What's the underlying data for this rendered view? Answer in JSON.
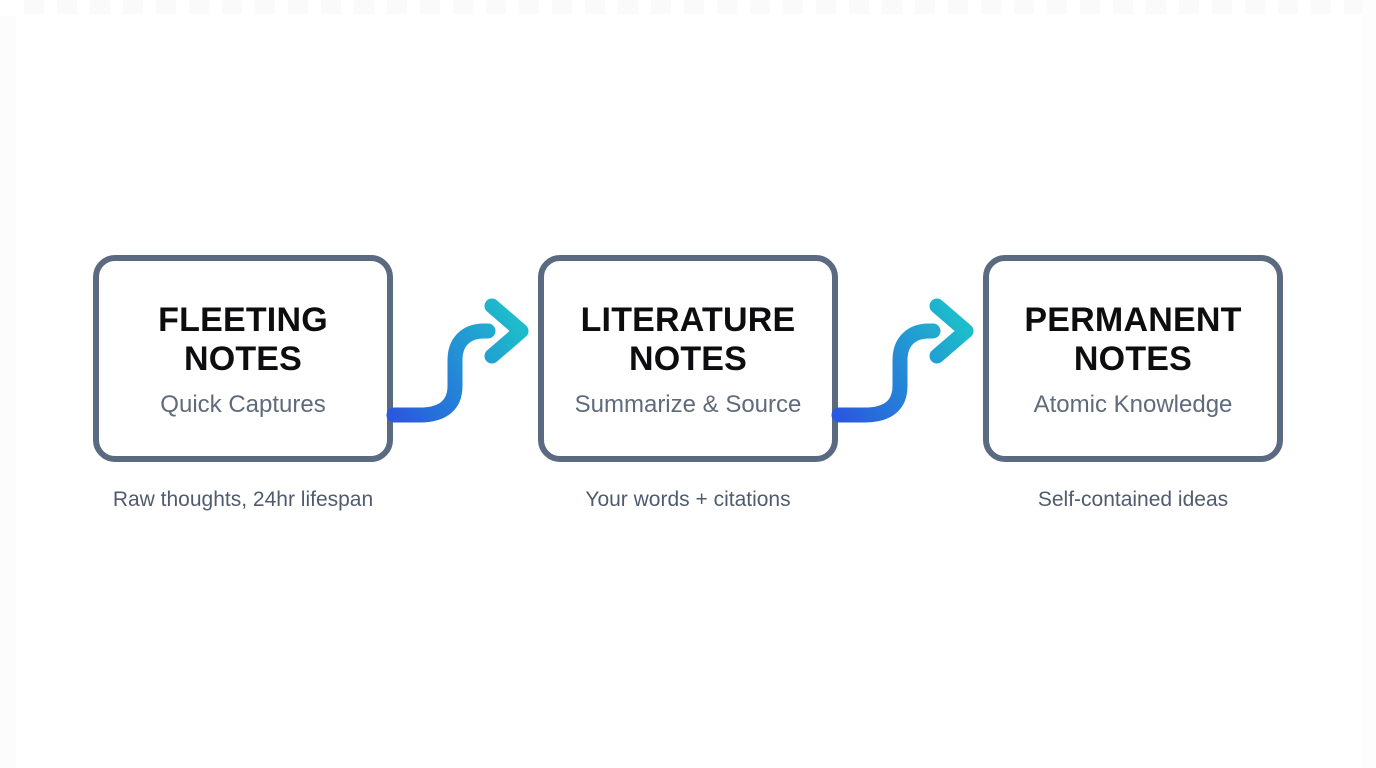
{
  "diagram": {
    "colors": {
      "background": "#ffffff",
      "box_border": "#5a6a80",
      "title_text": "#0d0d0f",
      "subtitle_text": "#5f6b7b",
      "caption_text": "#505c6e",
      "arrow_gradient_start": "#2b58e0",
      "arrow_gradient_end": "#1dbccb"
    },
    "stages": [
      {
        "title_lines": [
          "FLEETING",
          "NOTES"
        ],
        "subtitle": "Quick Captures",
        "caption": "Raw thoughts, 24hr lifespan"
      },
      {
        "title_lines": [
          "LITERATURE",
          "NOTES"
        ],
        "subtitle": "Summarize & Source",
        "caption": "Your words + citations"
      },
      {
        "title_lines": [
          "PERMANENT",
          "NOTES"
        ],
        "subtitle": "Atomic Knowledge",
        "caption": "Self-contained ideas"
      }
    ],
    "arrows": [
      {
        "from": "FLEETING NOTES",
        "to": "LITERATURE NOTES"
      },
      {
        "from": "LITERATURE NOTES",
        "to": "PERMANENT NOTES"
      }
    ]
  }
}
